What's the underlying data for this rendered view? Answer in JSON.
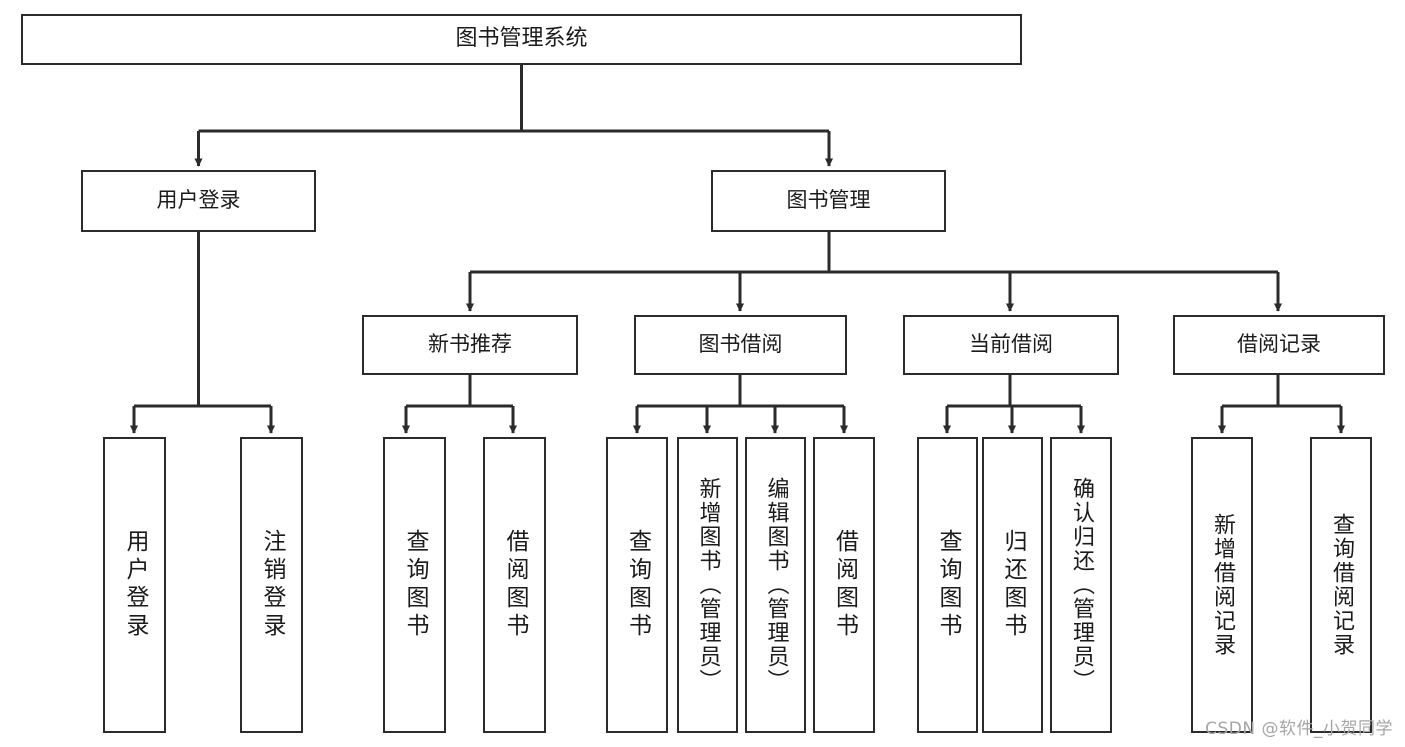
{
  "diagram": {
    "title": "图书管理系统",
    "type": "tree",
    "background_color": "#ffffff",
    "line_color": "#2b2b2b",
    "text_color": "#1b1b1b",
    "watermark": "CSDN @软件_小贺同学"
  },
  "nodes": {
    "root": {
      "label": "图书管理系统"
    },
    "level2": [
      {
        "id": "user-login",
        "label": "用户登录"
      },
      {
        "id": "book-management",
        "label": "图书管理"
      }
    ],
    "level3": [
      {
        "id": "new-book-recommend",
        "label": "新书推荐"
      },
      {
        "id": "book-borrow",
        "label": "图书借阅"
      },
      {
        "id": "current-borrow",
        "label": "当前借阅"
      },
      {
        "id": "borrow-record",
        "label": "借阅记录"
      }
    ],
    "leaves": {
      "user_login": [
        {
          "id": "leaf-user-login",
          "label": "用户登录"
        },
        {
          "id": "leaf-logout-login",
          "label": "注销登录"
        }
      ],
      "new_book_recommend": [
        {
          "id": "leaf-query-book-1",
          "label": "查询图书"
        },
        {
          "id": "leaf-borrow-book-1",
          "label": "借阅图书"
        }
      ],
      "book_borrow": [
        {
          "id": "leaf-query-book-2",
          "label": "查询图书"
        },
        {
          "id": "leaf-add-book",
          "label": "新增图书（管理员）"
        },
        {
          "id": "leaf-edit-book",
          "label": "编辑图书（管理员）"
        },
        {
          "id": "leaf-borrow-book-2",
          "label": "借阅图书"
        }
      ],
      "current_borrow": [
        {
          "id": "leaf-query-book-3",
          "label": "查询图书"
        },
        {
          "id": "leaf-return-book",
          "label": "归还图书"
        },
        {
          "id": "leaf-confirm-return",
          "label": "确认归还（管理员）"
        }
      ],
      "borrow_record": [
        {
          "id": "leaf-add-record",
          "label": "新增借阅记录"
        },
        {
          "id": "leaf-query-record",
          "label": "查询借阅记录"
        }
      ]
    }
  }
}
